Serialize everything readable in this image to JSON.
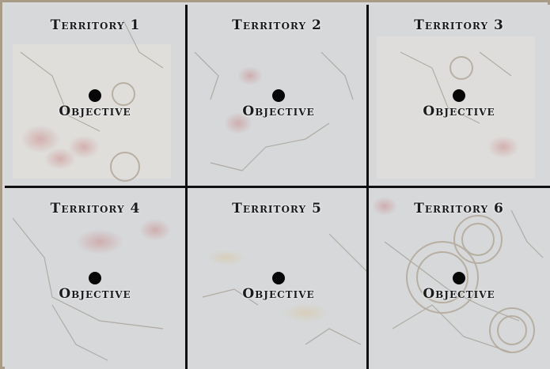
{
  "board": {
    "frame_color": "#a89c86",
    "surface_color": "#d9dadb",
    "grid_line_color": "#101010",
    "objective_marker_color": "#070707"
  },
  "territories": [
    {
      "title": "Territory 1",
      "objective_label": "Objective"
    },
    {
      "title": "Territory 2",
      "objective_label": "Objective"
    },
    {
      "title": "Territory 3",
      "objective_label": "Objective"
    },
    {
      "title": "Territory 4",
      "objective_label": "Objective"
    },
    {
      "title": "Territory 5",
      "objective_label": "Objective"
    },
    {
      "title": "Territory 6",
      "objective_label": "Objective"
    }
  ]
}
